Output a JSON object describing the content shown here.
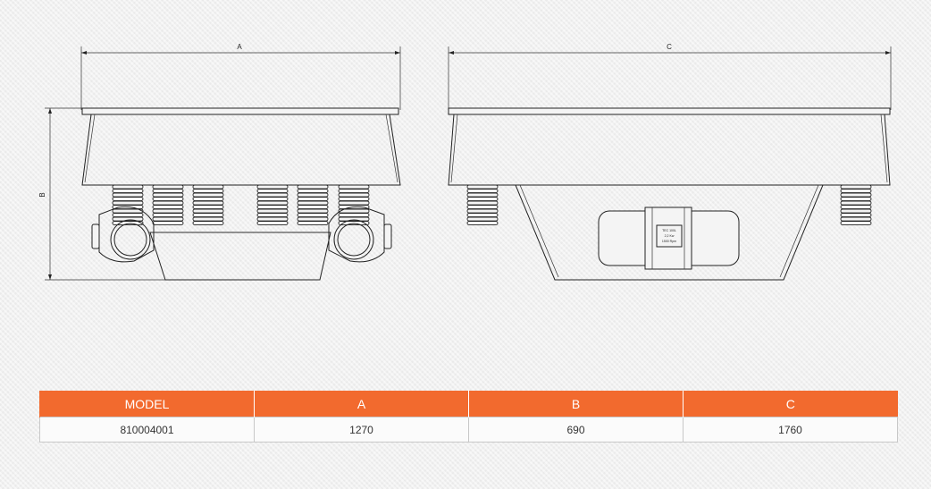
{
  "dimension_labels": {
    "a": "A",
    "b": "B",
    "c": "C"
  },
  "motor_plate": [
    "TEC 100L",
    "2,2 Kw",
    "1500 Rpm"
  ],
  "table": {
    "headers": [
      "MODEL",
      "A",
      "B",
      "C"
    ],
    "rows": [
      [
        "810004001",
        "1270",
        "690",
        "1760"
      ]
    ]
  },
  "colors": {
    "header_bg": "#f26a2e",
    "header_text": "#ffffff",
    "line": "#222222"
  }
}
